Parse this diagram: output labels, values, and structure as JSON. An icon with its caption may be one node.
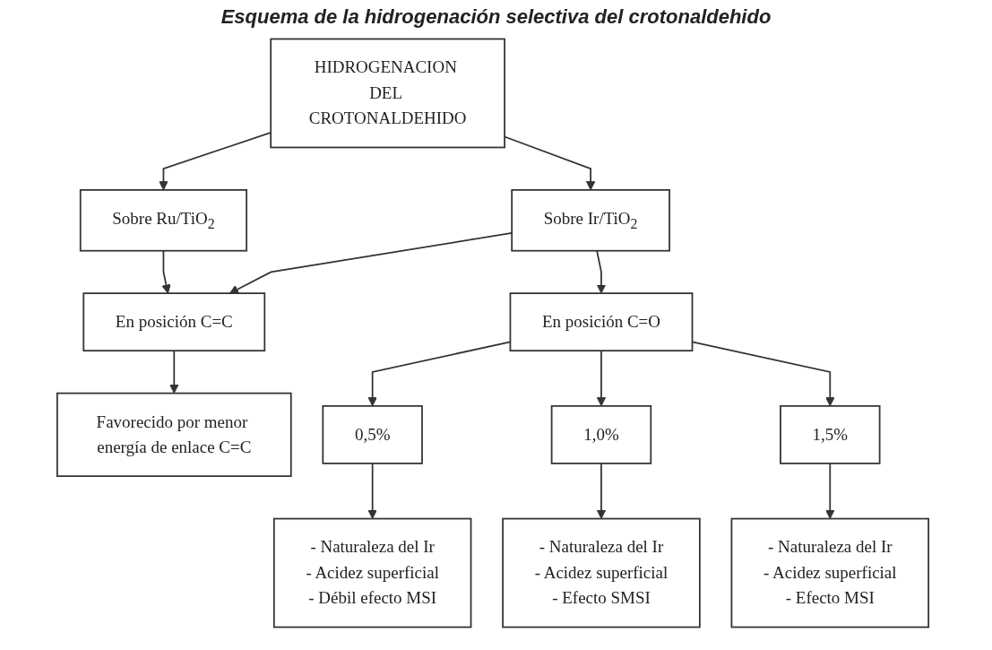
{
  "diagram": {
    "title": "Esquema de la hidrogenación selectiva del crotonaldehido",
    "nodes": [
      {
        "text": [
          "HIDROGENACION DEL CROTONALDEHIDO"
        ]
      },
      {
        "text": [
          "Sobre Ir/TiO$_{2}$"
        ]
      },
      {
        "text": [
          "Sobre Ru/TiO$_{2}$"
        ]
      },
      {
        "text": [
          "En posición C=O"
        ]
      },
      {
        "text": [
          "En posición C=C"
        ]
      },
      {
        "text": [
          "Favorecido por menor energía de enlace C=C"
        ]
      },
      {
        "text": [
          "0,5%"
        ]
      },
      {
        "text": [
          "1,0%"
        ]
      },
      {
        "text": [
          "1,5%"
        ]
      },
      {
        "text": [
          "- Naturaleza del Ir",
          "- Acidez superficial",
          "- Débil efecto MSI"
        ]
      },
      {
        "text": [
          "- Naturaleza del Ir",
          "- Acidez superficial",
          "- Efecto SMSI"
        ]
      },
      {
        "text": [
          "- Naturaleza del Ir",
          "- Acidez superficial",
          "- Efecto MSI"
        ]
      }
    ],
    "edges": [
      {
        "from": 0,
        "to": 1,
        "arrow": "to"
      },
      {
        "from": 0,
        "to": 2,
        "arrow": "to"
      },
      {
        "from": 1,
        "to": 4,
        "arrow": "to"
      },
      {
        "from": 2,
        "to": 4,
        "arrow": "to"
      },
      {
        "from": 1,
        "to": 3,
        "arrow": "to"
      },
      {
        "from": 4,
        "to": 5,
        "arrow": "to"
      },
      {
        "from": 3,
        "to": 6,
        "arrow": "to"
      },
      {
        "from": 3,
        "to": 7,
        "arrow": "to"
      },
      {
        "from": 3,
        "to": 8,
        "arrow": "to"
      },
      {
        "from": 6,
        "to": 9,
        "arrow": "to"
      },
      {
        "from": 7,
        "to": 10,
        "arrow": "to"
      },
      {
        "from": 8,
        "to": 11,
        "arrow": "to"
      }
    ]
  }
}
